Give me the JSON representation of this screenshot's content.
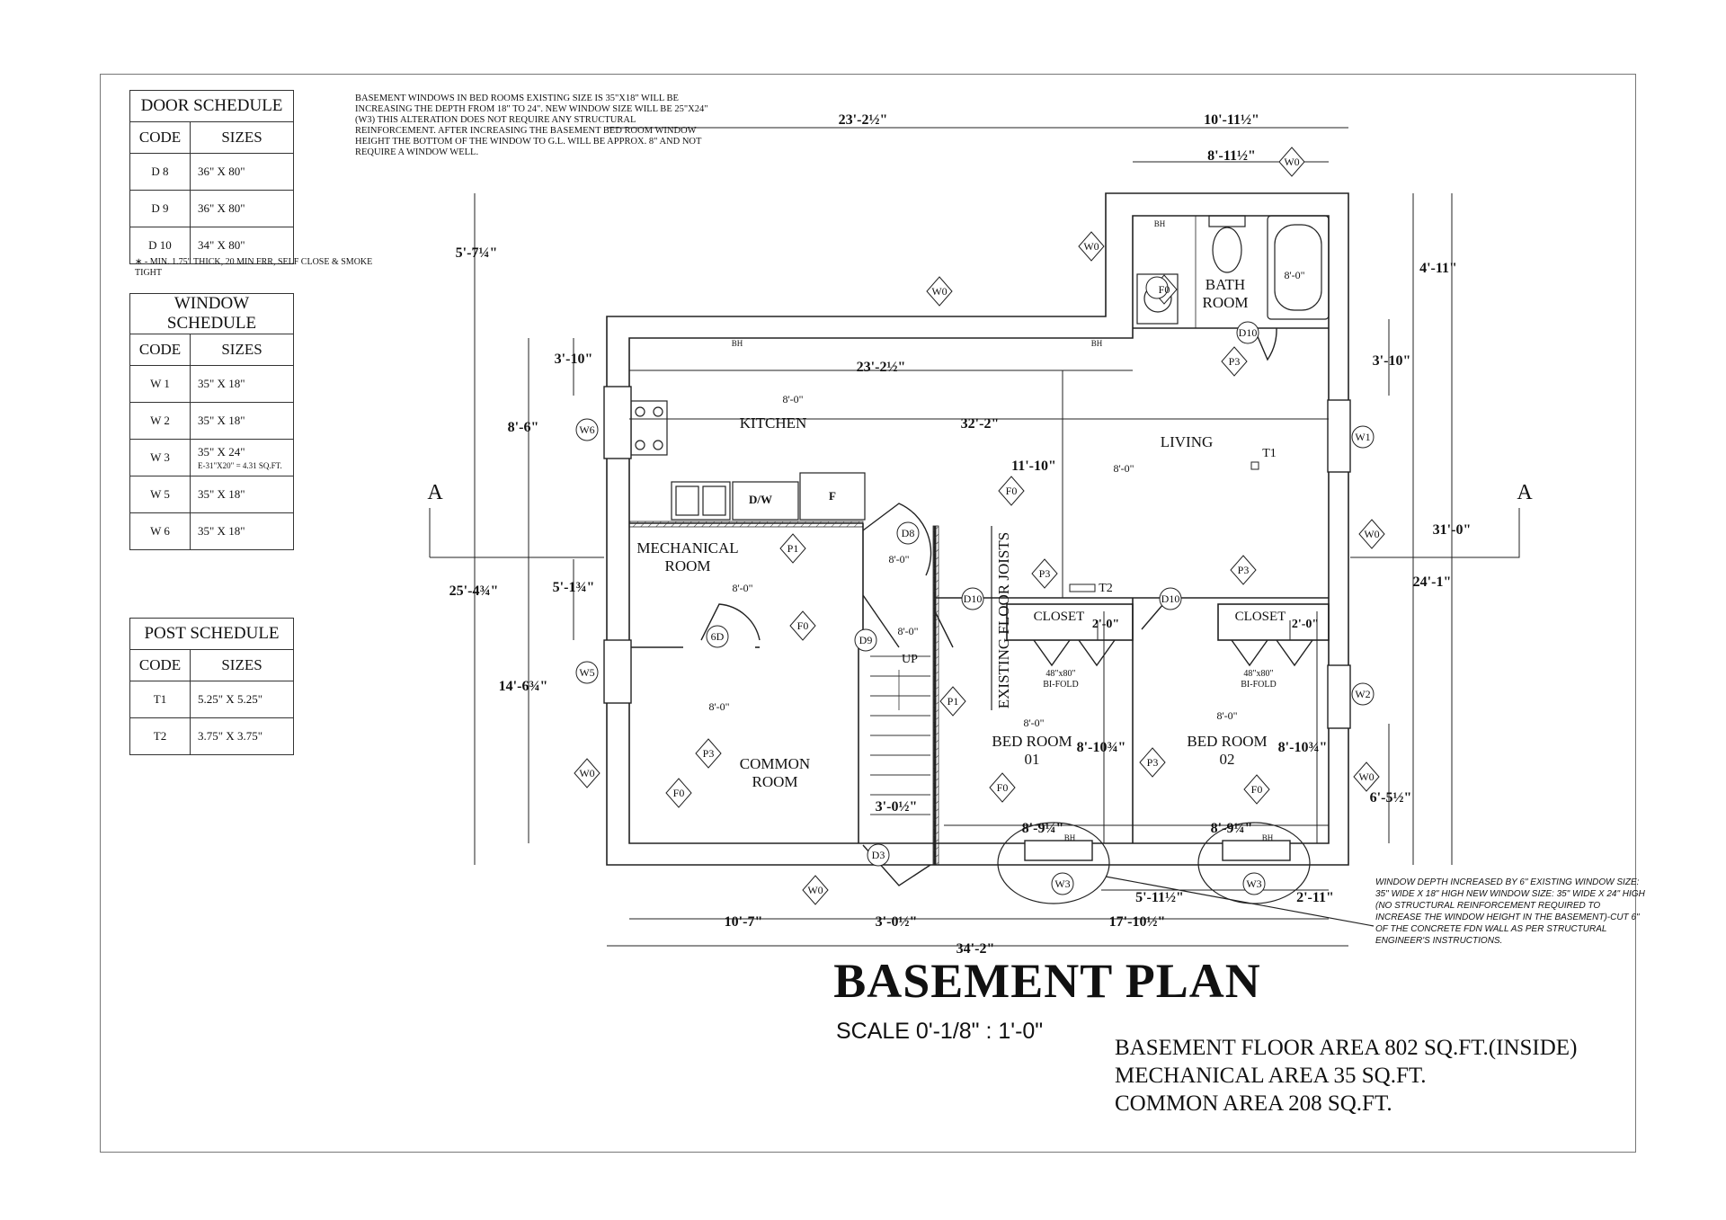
{
  "door_schedule": {
    "title": "DOOR SCHEDULE",
    "col_code": "CODE",
    "col_sizes": "SIZES",
    "rows": [
      {
        "code": "D 8",
        "size": "36\" X 80\""
      },
      {
        "code": "D 9",
        "size": "36\" X 80\""
      },
      {
        "code": "D 10",
        "size": "34\" X 80\""
      }
    ],
    "note": "∗ - MIN. 1.75\" THICK, 20 MIN FRR, SELF CLOSE & SMOKE TIGHT"
  },
  "window_schedule": {
    "title": "WINDOW SCHEDULE",
    "col_code": "CODE",
    "col_sizes": "SIZES",
    "rows": [
      {
        "code": "W 1",
        "size": "35\" X 18\"",
        "sub": ""
      },
      {
        "code": "W 2",
        "size": "35\" X 18\"",
        "sub": ""
      },
      {
        "code": "W 3",
        "size": "35\" X 24\"",
        "sub": "E-31\"X20\" = 4.31 SQ.FT."
      },
      {
        "code": "W 5",
        "size": "35\" X 18\"",
        "sub": ""
      },
      {
        "code": "W 6",
        "size": "35\" X 18\"",
        "sub": ""
      }
    ]
  },
  "post_schedule": {
    "title": "POST SCHEDULE",
    "col_code": "CODE",
    "col_sizes": "SIZES",
    "rows": [
      {
        "code": "T1",
        "size": "5.25\" X 5.25\""
      },
      {
        "code": "T2",
        "size": "3.75\" X 3.75\""
      }
    ]
  },
  "top_note": "BASEMENT WINDOWS IN BED ROOMS EXISTING SIZE IS 35\"X18\" WILL BE INCREASING THE DEPTH FROM 18\" TO 24\". NEW WINDOW SIZE WILL BE 25\"X24\" (W3) THIS ALTERATION DOES NOT REQUIRE ANY STRUCTURAL REINFORCEMENT. AFTER INCREASING THE BASEMENT BED ROOM WINDOW HEIGHT THE BOTTOM OF THE WINDOW TO G.L. WILL BE APPROX. 8\" AND NOT REQUIRE A WINDOW WELL.",
  "window_note": "WINDOW DEPTH INCREASED BY 6\" EXISTING WINDOW SIZE: 35\" WIDE X 18\" HIGH NEW WINDOW SIZE: 35\" WIDE X 24\" HIGH (NO STRUCTURAL REINFORCEMENT REQUIRED TO INCREASE THE WINDOW HEIGHT IN THE BASEMENT)-CUT 6\" OF THE CONCRETE FDN WALL AS PER STRUCTURAL ENGINEER'S INSTRUCTIONS.",
  "title": "BASEMENT PLAN",
  "scale": "SCALE  0'-1/8\" : 1'-0\"",
  "areas": [
    "BASEMENT FLOOR AREA 802 SQ.FT.(INSIDE)",
    "MECHANICAL AREA 35 SQ.FT.",
    "COMMON AREA 208 SQ.FT."
  ],
  "rooms": {
    "kitchen": "KITCHEN",
    "living": "LIVING",
    "bath_1": "BATH",
    "bath_2": "ROOM",
    "mech_1": "MECHANICAL",
    "mech_2": "ROOM",
    "common_1": "COMMON",
    "common_2": "ROOM",
    "bed1_1": "BED ROOM",
    "bed1_2": "01",
    "bed2_1": "BED ROOM",
    "bed2_2": "02",
    "closet": "CLOSET",
    "joists": "EXISTING FLOOR JOISTS",
    "up": "UP",
    "dw": "D/W",
    "fridge": "F",
    "bifold_1": "48\"x80\"",
    "bifold_2": "BI-FOLD",
    "section": "A",
    "bh": "BH",
    "ceiling": "8'-0\"",
    "closet_w": "2'-0\""
  },
  "dims": {
    "top_left": "23'-2½\"",
    "top_right": "10'-11½\"",
    "bath_w": "8'-11½\"",
    "left_upper": "5'-7¼\"",
    "kitchen_h": "3'-10\"",
    "living_w": "23'-2½\"",
    "kitchen_wall": "8'-6\"",
    "living_span": "32'-2\"",
    "living_h": "11'-10\"",
    "left_total": "25'-4¾\"",
    "mech_h": "5'-1¾\"",
    "lower_left": "14'-6¾\"",
    "right_upper": "4'-11\"",
    "right_mid": "3'-10\"",
    "right_total": "31'-0\"",
    "right_lower": "24'-1\"",
    "bed1_h": "8'-10¾\"",
    "bed2_h": "8'-10¾\"",
    "right_bottom": "6'-5½\"",
    "stair_w": "3'-0½\"",
    "bed1_w": "8'-9¼\"",
    "bed2_w": "8'-9¼\"",
    "w3_a": "5'-11½\"",
    "w3_b": "2'-11\"",
    "bottom_1": "10'-7\"",
    "bottom_2": "3'-0½\"",
    "bottom_3": "17'-10½\"",
    "bottom_total": "34'-2\""
  },
  "tags": {
    "w0": "W0",
    "w1": "W1",
    "w2": "W2",
    "w3": "W3",
    "w5": "W5",
    "w6": "W6",
    "f0": "F0",
    "p1": "P1",
    "p3": "P3",
    "d3": "D3",
    "d8": "D8",
    "d9": "D9",
    "d10": "D10",
    "d6": "6D",
    "t1": "T1",
    "t2": "T2"
  }
}
